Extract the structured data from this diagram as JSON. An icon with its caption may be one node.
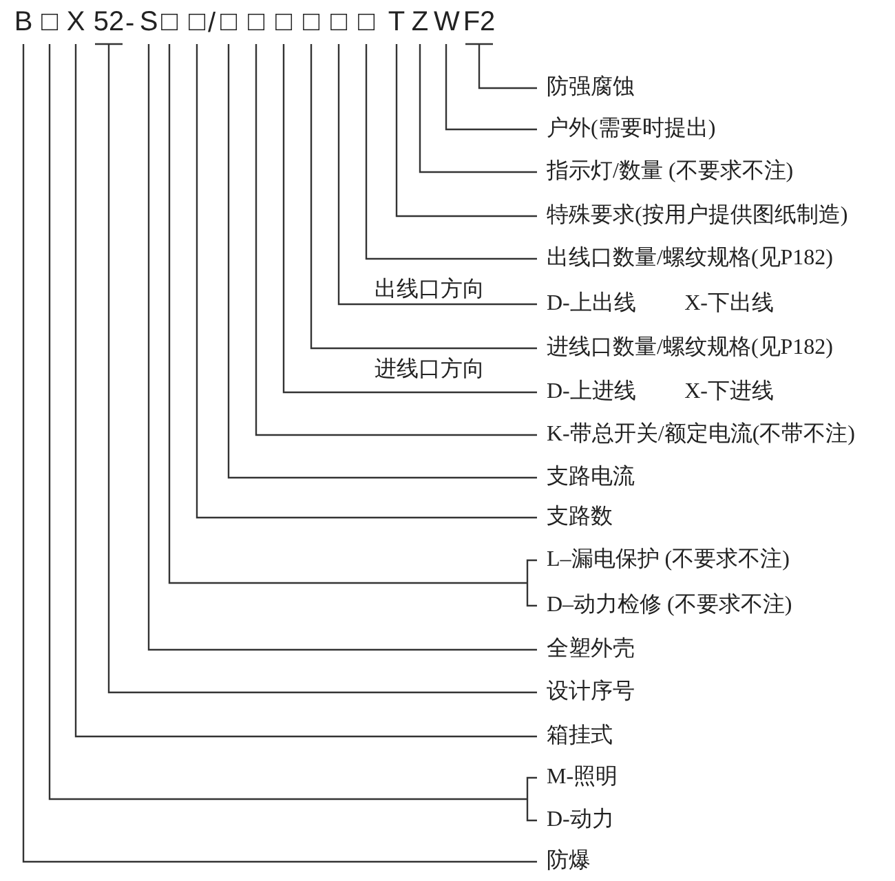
{
  "diagram": {
    "nodes": [
      {
        "text": [
          "B"
        ]
      },
      {
        "text": [
          "□"
        ]
      },
      {
        "text": [
          "X"
        ]
      },
      {
        "text": [
          "52"
        ]
      },
      {
        "text": [
          "S"
        ]
      },
      {
        "text": [
          "□"
        ]
      },
      {
        "text": [
          "□"
        ]
      },
      {
        "text": [
          "□"
        ]
      },
      {
        "text": [
          "□"
        ]
      },
      {
        "text": [
          "□"
        ]
      },
      {
        "text": [
          "□"
        ]
      },
      {
        "text": [
          "□"
        ]
      },
      {
        "text": [
          "□"
        ]
      },
      {
        "text": [
          "T"
        ]
      },
      {
        "text": [
          "Z"
        ]
      },
      {
        "text": [
          "W"
        ]
      },
      {
        "text": [
          "F2"
        ]
      },
      {
        "text": [
          "防强腐蚀"
        ]
      },
      {
        "text": [
          "户外(需要时提出)"
        ]
      },
      {
        "text": [
          "指示灯/数量 (不要求不注)"
        ]
      },
      {
        "text": [
          "特殊要求(按用户提供图纸制造)"
        ]
      },
      {
        "text": [
          "出线口数量/螺纹规格(见P182)"
        ]
      },
      {
        "text": [
          "D-上出线",
          "X-下出线"
        ]
      },
      {
        "text": [
          "进线口数量/螺纹规格(见P182)"
        ]
      },
      {
        "text": [
          "D-上进线",
          "X-下进线"
        ]
      },
      {
        "text": [
          "K-带总开关/额定电流(不带不注)"
        ]
      },
      {
        "text": [
          "支路电流"
        ]
      },
      {
        "text": [
          "支路数"
        ]
      },
      {
        "text": [
          "L–漏电保护 (不要求不注)"
        ]
      },
      {
        "text": [
          "D–动力检修 (不要求不注)"
        ]
      },
      {
        "text": [
          "全塑外壳"
        ]
      },
      {
        "text": [
          "设计序号"
        ]
      },
      {
        "text": [
          "箱挂式"
        ]
      },
      {
        "text": [
          "M-照明"
        ]
      },
      {
        "text": [
          "D-动力"
        ]
      },
      {
        "text": [
          "防爆"
        ]
      }
    ],
    "edges": [
      {
        "from": 16,
        "to": 17,
        "arrow": "none"
      },
      {
        "from": 15,
        "to": 18,
        "arrow": "none"
      },
      {
        "from": 14,
        "to": 19,
        "arrow": "none"
      },
      {
        "from": 13,
        "to": 20,
        "arrow": "none"
      },
      {
        "from": 12,
        "to": 21,
        "arrow": "none"
      },
      {
        "from": 11,
        "to": 22,
        "arrow": "none",
        "label": "出线口方向"
      },
      {
        "from": 10,
        "to": 23,
        "arrow": "none"
      },
      {
        "from": 9,
        "to": 24,
        "arrow": "none",
        "label": "进线口方向"
      },
      {
        "from": 8,
        "to": 25,
        "arrow": "none"
      },
      {
        "from": 7,
        "to": 26,
        "arrow": "none"
      },
      {
        "from": 6,
        "to": 27,
        "arrow": "none"
      },
      {
        "from": 5,
        "to": 28,
        "arrow": "none"
      },
      {
        "from": 5,
        "to": 29,
        "arrow": "none"
      },
      {
        "from": 4,
        "to": 30,
        "arrow": "none"
      },
      {
        "from": 3,
        "to": 31,
        "arrow": "none"
      },
      {
        "from": 2,
        "to": 32,
        "arrow": "none"
      },
      {
        "from": 1,
        "to": 33,
        "arrow": "none"
      },
      {
        "from": 1,
        "to": 34,
        "arrow": "none"
      },
      {
        "from": 0,
        "to": 35,
        "arrow": "none"
      }
    ],
    "labels": [
      "-",
      "/"
    ]
  }
}
